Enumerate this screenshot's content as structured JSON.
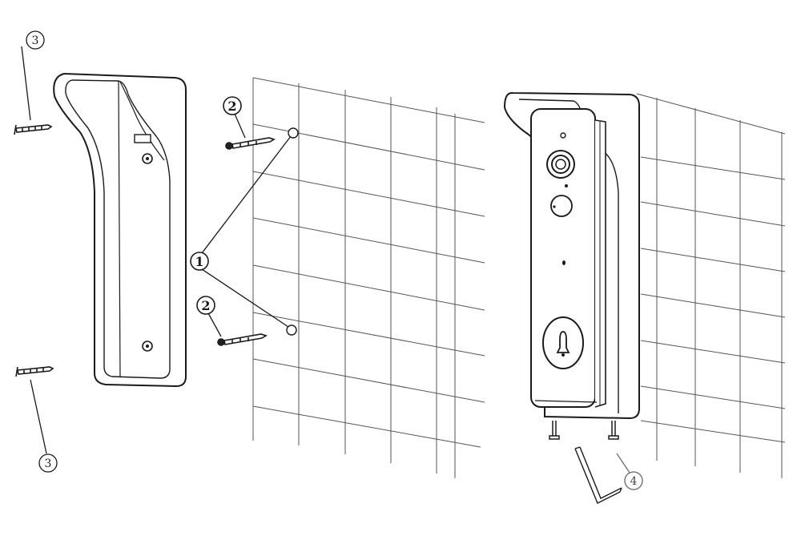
{
  "callouts": {
    "screw_top": "3",
    "screw_bottom": "3",
    "anchor_points": "1",
    "plug_upper": "2",
    "plug_lower": "2",
    "hex_key": "4"
  },
  "colors": {
    "line": "#1a1a1a",
    "grid": "#555555",
    "background": "#ffffff",
    "plug_head": "#222222"
  },
  "icons": {
    "bell": "bell-icon",
    "camera": "camera-lens-icon",
    "sensor": "pir-sensor-icon"
  }
}
